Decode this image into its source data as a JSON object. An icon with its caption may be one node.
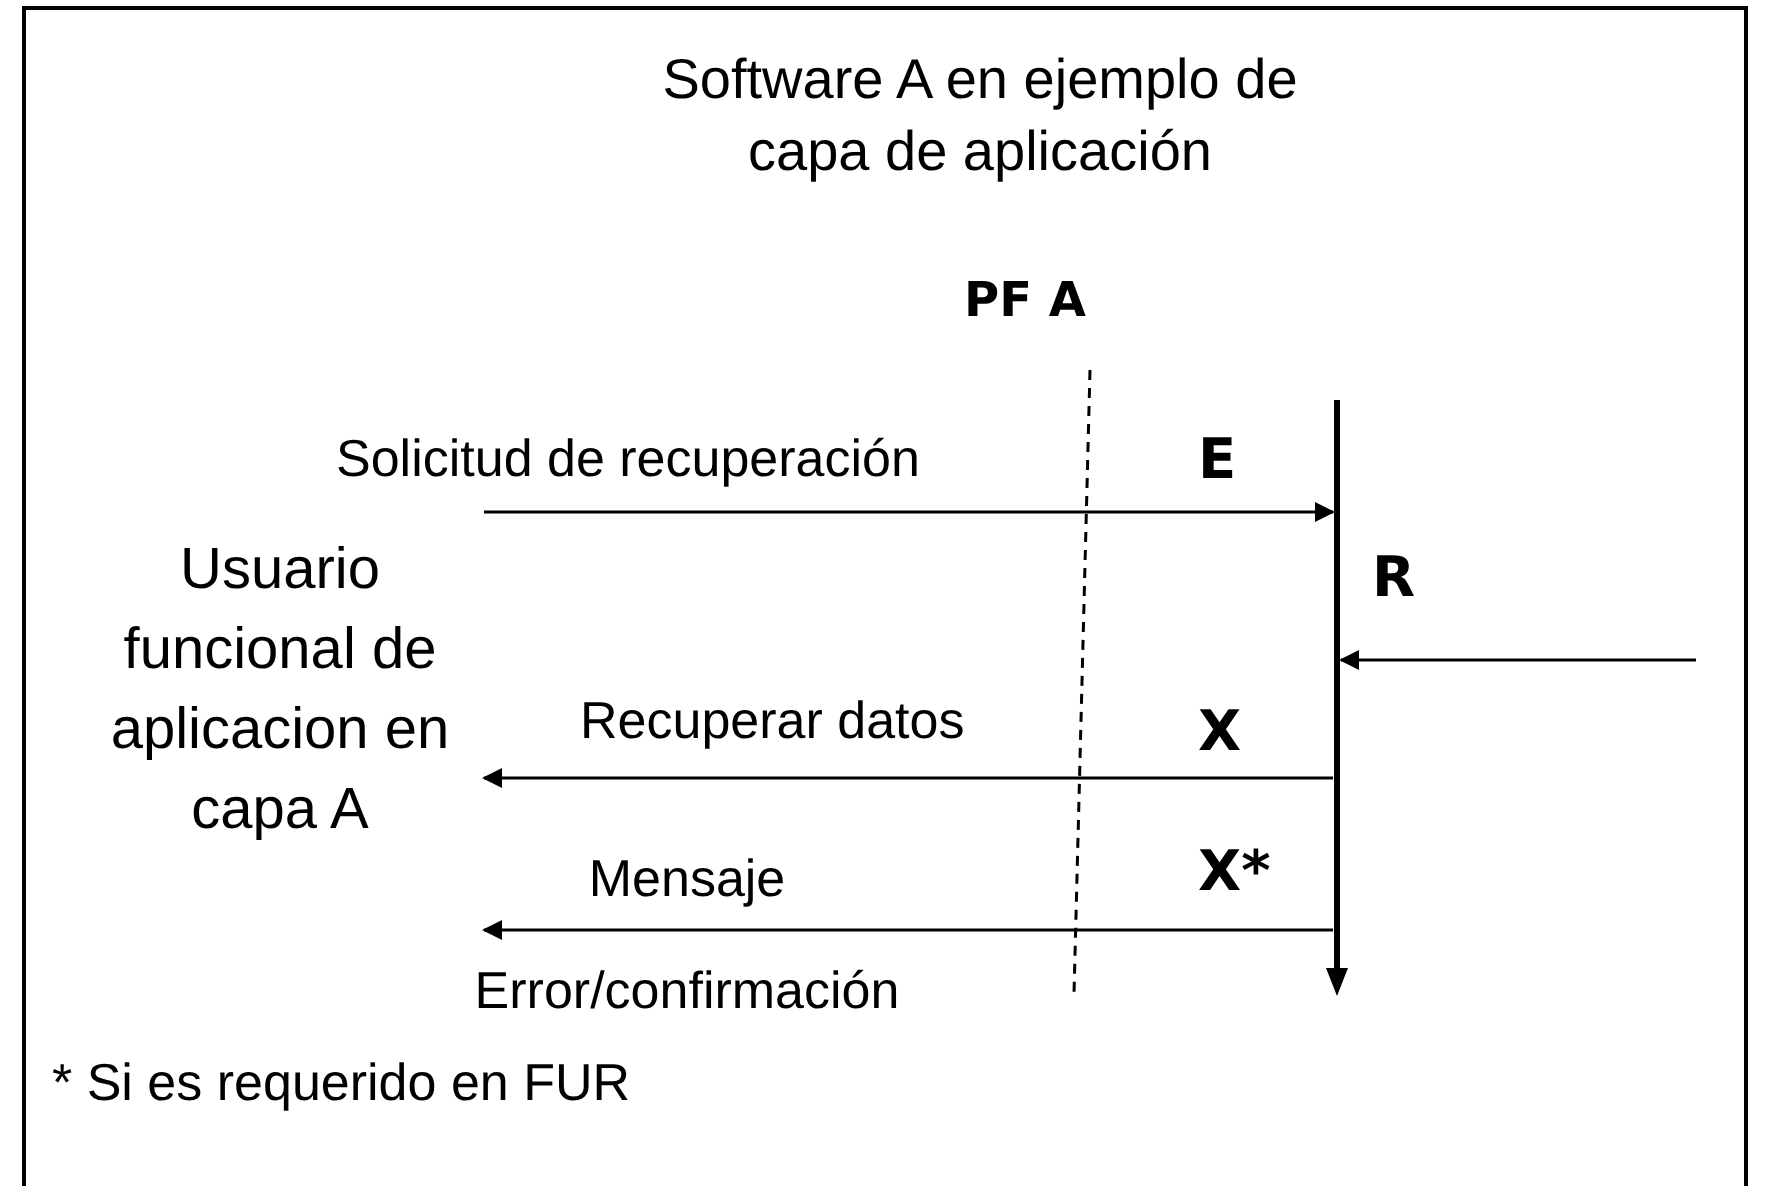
{
  "diagram": {
    "title": "Software A en ejemplo de capa de aplicación",
    "nodes": [
      {
        "text": [
          "Usuario funcional de aplicacion en capa A"
        ]
      },
      {
        "text": [],
        "shape": "bar",
        "beside": [
          "R"
        ]
      }
    ],
    "edges": [
      {
        "from": 0,
        "to": 1,
        "arrow": "to",
        "label": "Solicitud de recuperación"
      },
      {
        "from": null,
        "to": 1,
        "arrow": "to"
      },
      {
        "from": 1,
        "to": 0,
        "arrow": "to",
        "label": "Recuperar datos"
      },
      {
        "from": 1,
        "to": 0,
        "arrow": "to",
        "label": "Mensaje Error/confirmación"
      }
    ],
    "labels": [
      "PF A",
      "E",
      "X",
      "X*",
      "* Si es requerido en FUR"
    ]
  }
}
